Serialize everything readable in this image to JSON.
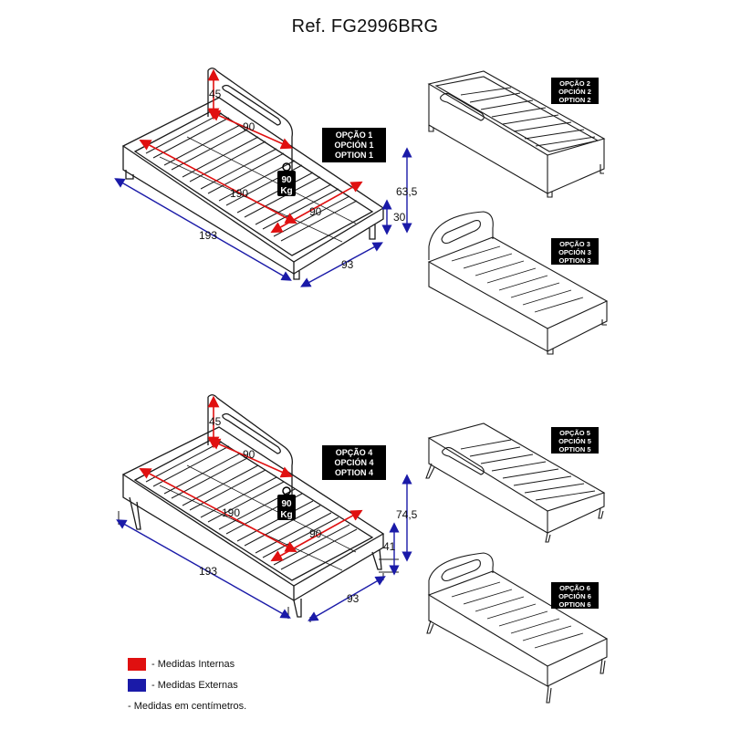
{
  "title": "Ref. FG2996BRG",
  "colors": {
    "internal": "#e01010",
    "external": "#1a1aa8",
    "line": "#1a1a1a",
    "badge_bg": "#000000",
    "badge_fg": "#ffffff"
  },
  "options": {
    "o1": [
      "OPÇÃO 1",
      "OPCIÓN 1",
      "OPTION 1"
    ],
    "o2": [
      "OPÇÃO 2",
      "OPCIÓN 2",
      "OPTION 2"
    ],
    "o3": [
      "OPÇÃO 3",
      "OPCIÓN 3",
      "OPTION 3"
    ],
    "o4": [
      "OPÇÃO 4",
      "OPCIÓN 4",
      "OPTION 4"
    ],
    "o5": [
      "OPÇÃO 5",
      "OPCIÓN 5",
      "OPTION 5"
    ],
    "o6": [
      "OPÇÃO 6",
      "OPCIÓN 6",
      "OPTION 6"
    ]
  },
  "top": {
    "d45": "45",
    "d90a": "90",
    "d190": "190",
    "d90b": "90",
    "d193": "193",
    "d93": "93",
    "d30": "30",
    "d635": "63,5"
  },
  "bottom": {
    "d45": "45",
    "d90a": "90",
    "d190": "190",
    "d90b": "90",
    "d193": "193",
    "d93": "93",
    "d41": "41",
    "d745": "74,5"
  },
  "weight": {
    "value": "90",
    "unit": "Kg"
  },
  "legend": {
    "internal": "- Medidas Internas",
    "external": "- Medidas Externas",
    "note": "- Medidas em centímetros."
  }
}
